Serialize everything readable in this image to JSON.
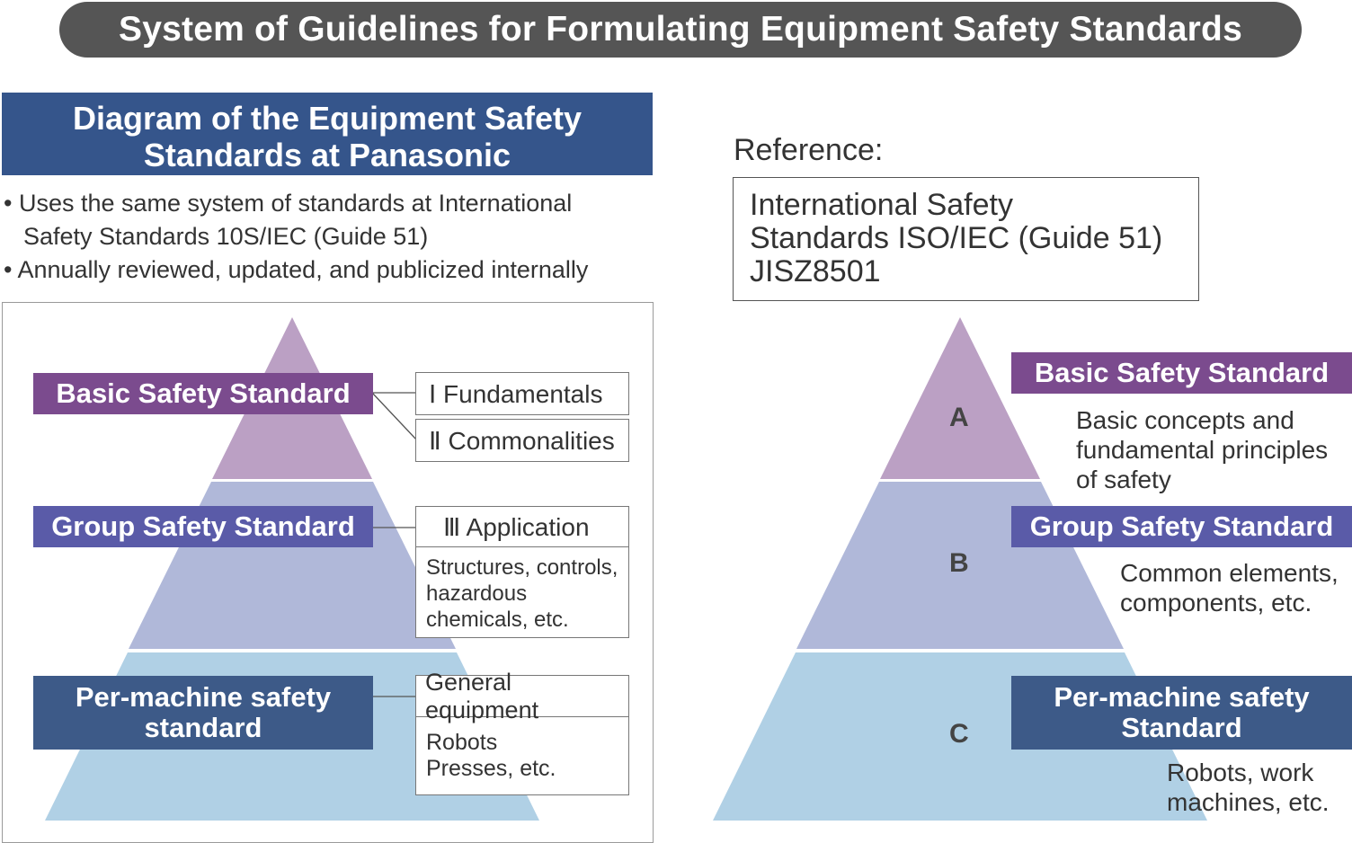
{
  "title": "System of Guidelines for Formulating Equipment Safety Standards",
  "left_panel": {
    "header_line1": "Diagram of the Equipment Safety",
    "header_line2": "Standards at Panasonic",
    "bullet1_line1": "• Uses the same system of standards at International",
    "bullet1_line2": "Safety Standards 10S/IEC (Guide 51)",
    "bullet2": "• Annually reviewed, updated, and publicized internally",
    "basic_label": "Basic Safety Standard",
    "group_label": "Group Safety Standard",
    "machine_label_line1": "Per-machine safety",
    "machine_label_line2": "standard",
    "box_fundamentals": "Ⅰ Fundamentals",
    "box_commonalities": "Ⅱ Commonalities",
    "box_application": "Ⅲ Application",
    "application_detail": [
      "Structures, controls,",
      "hazardous",
      "chemicals, etc."
    ],
    "box_general": "General equipment",
    "general_detail": [
      "Robots",
      "Presses, etc."
    ]
  },
  "right_panel": {
    "reference_label": "Reference:",
    "reference_lines": [
      "International Safety",
      "Standards ISO/IEC (Guide 51)",
      "JISZ8501"
    ],
    "tier_a": "A",
    "tier_b": "B",
    "tier_c": "C",
    "basic_label": "Basic Safety Standard",
    "basic_desc": [
      "Basic concepts and",
      "fundamental principles",
      "of safety"
    ],
    "group_label": "Group Safety Standard",
    "group_desc": [
      "Common elements,",
      "components, etc."
    ],
    "machine_label_line1": "Per-machine safety",
    "machine_label_line2": "Standard",
    "machine_desc": [
      "Robots, work",
      "machines, etc."
    ]
  },
  "colors": {
    "title_bg": "#555555",
    "header_bg": "#35558b",
    "basic_bar": "#7b4b8e",
    "group_bar": "#5a5ba8",
    "machine_bar": "#3d5a88",
    "tier_top": "#bba0c4",
    "tier_mid": "#b0b8d9",
    "tier_bottom": "#b0d0e5"
  }
}
